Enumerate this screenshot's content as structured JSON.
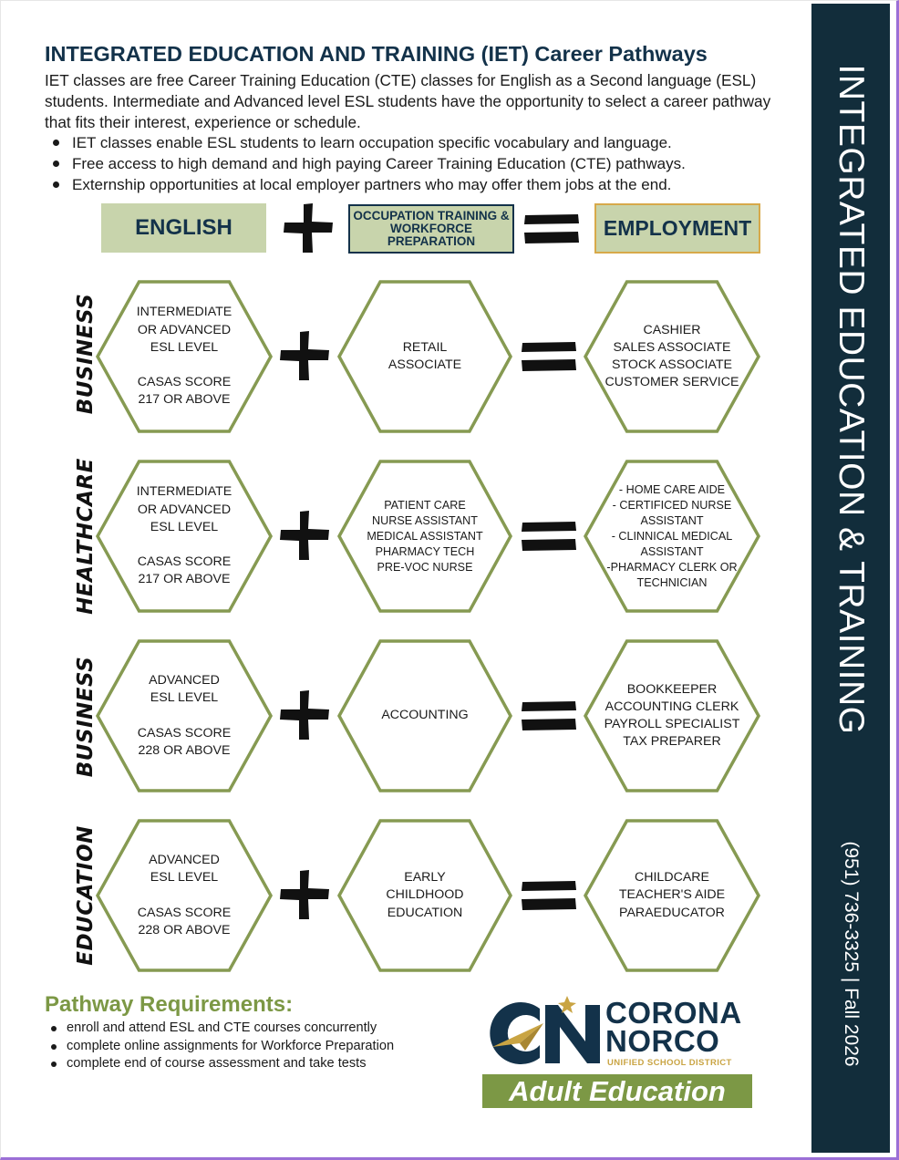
{
  "header": {
    "title": "INTEGRATED EDUCATION AND TRAINING (IET) Career Pathways",
    "intro": "IET classes are free Career Training Education (CTE) classes for English as a Second language (ESL) students. Intermediate and Advanced level ESL students have the opportunity to select a career pathway that fits their interest, experience or schedule.",
    "bullets": [
      "IET classes enable ESL students to learn occupation specific vocabulary and language.",
      "Free access to high demand and high paying Career Training Education (CTE) pathways.",
      "Externship opportunities at local employer partners who may offer them jobs at the end."
    ]
  },
  "formula": {
    "english": "ENGLISH",
    "occupation": "OCCUPATION TRAINING & WORKFORCE PREPARATION",
    "employment": "EMPLOYMENT"
  },
  "pathways": [
    {
      "category": "BUSINESS",
      "requirement": "INTERMEDIATE\nOR ADVANCED\nESL LEVEL\n\nCASAS SCORE\n217 OR ABOVE",
      "training": "RETAIL\nASSOCIATE",
      "jobs": "CASHIER\nSALES ASSOCIATE\nSTOCK ASSOCIATE\nCUSTOMER SERVICE"
    },
    {
      "category": "HEALTHCARE",
      "requirement": "INTERMEDIATE\nOR ADVANCED\nESL LEVEL\n\nCASAS SCORE\n217 OR ABOVE",
      "training": "PATIENT CARE\nNURSE ASSISTANT\nMEDICAL ASSISTANT\nPHARMACY TECH\nPRE-VOC NURSE",
      "jobs": "- HOME CARE AIDE\n- CERTIFICED NURSE\nASSISTANT\n- CLINNICAL MEDICAL\nASSISTANT\n-PHARMACY CLERK OR\nTECHNICIAN"
    },
    {
      "category": "BUSINESS",
      "requirement": "ADVANCED\nESL LEVEL\n\nCASAS SCORE\n228 OR ABOVE",
      "training": "ACCOUNTING",
      "jobs": "BOOKKEEPER\nACCOUNTING CLERK\nPAYROLL SPECIALIST\nTAX PREPARER"
    },
    {
      "category": "EDUCATION",
      "requirement": "ADVANCED\nESL LEVEL\n\nCASAS SCORE\n228 OR ABOVE",
      "training": "EARLY\nCHILDHOOD\nEDUCATION",
      "jobs": "CHILDCARE\nTEACHER'S AIDE\nPARAEDUCATOR"
    }
  ],
  "requirements": {
    "title": "Pathway Requirements:",
    "items": [
      "enroll and attend ESL and CTE courses concurrently",
      "complete online assignments for Workforce Preparation",
      "complete end of course assessment and take tests"
    ]
  },
  "logo": {
    "line1": "CORONA",
    "line2": "NORCO",
    "district": "UNIFIED SCHOOL DISTRICT",
    "band": "Adult Education"
  },
  "side": {
    "title": "INTEGRATED EDUCATION & TRAINING",
    "contact": "(951) 736-3325  |  Fall 2026"
  },
  "colors": {
    "navy": "#122d3b",
    "olive": "#7c9845",
    "hex_stroke": "#869a52",
    "sage": "#c8d4ac",
    "gold": "#d7a94a"
  }
}
